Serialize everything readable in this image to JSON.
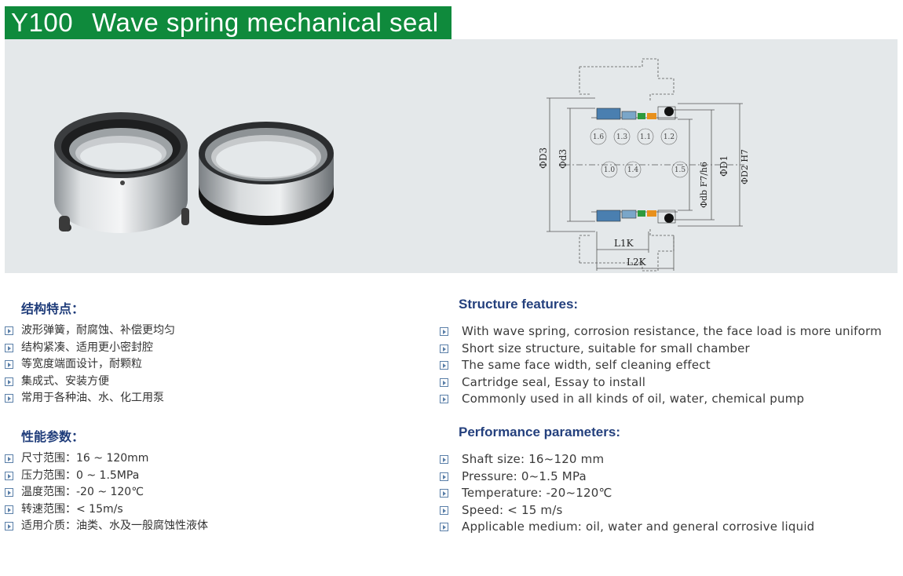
{
  "title": {
    "model": "Y100",
    "name": "Wave spring mechanical seal"
  },
  "drawing_labels": {
    "d_outer3": "ΦD3",
    "d_inner3": "Φd3",
    "db": "Φdb F7/h6",
    "d1": "ΦD1",
    "d2": "ΦD2 H7",
    "l1": "L1K",
    "l2": "L2K",
    "callouts": [
      "1.6",
      "1.3",
      "1.1",
      "1.2",
      "1.0",
      "1.4",
      "1.5"
    ]
  },
  "structure_cn": {
    "heading": "结构特点：",
    "items": [
      "波形弹簧，耐腐蚀、补偿更均匀",
      "结构紧凑、适用更小密封腔",
      "等宽度端面设计，耐颗粒",
      "集成式、安装方便",
      "常用于各种油、水、化工用泵"
    ]
  },
  "structure_en": {
    "heading": "Structure features:",
    "items": [
      "With wave spring, corrosion resistance, the face load is more uniform",
      "Short size structure, suitable for small chamber",
      "The same face width, self cleaning effect",
      "Cartridge seal, Essay to install",
      "Commonly used in all kinds of oil, water, chemical pump"
    ]
  },
  "performance_cn": {
    "heading": "性能参数：",
    "items": [
      "尺寸范围：16 ~ 120mm",
      "压力范围：0 ~ 1.5MPa",
      "温度范围：-20 ~ 120℃",
      "转速范围：< 15m/s",
      "适用介质：油类、水及一般腐蚀性液体"
    ]
  },
  "performance_en": {
    "heading": "Performance parameters:",
    "items": [
      "Shaft size: 16~120 mm",
      "Pressure: 0~1.5 MPa",
      "Temperature: -20~120℃",
      "Speed: < 15 m/s",
      "Applicable medium: oil, water and general corrosive liquid"
    ]
  },
  "colors": {
    "title_bg": "#0f8a3c",
    "hero_bg": "#e4e8ea",
    "heading": "#1f3c7a",
    "bullet": "#5a7fa8"
  }
}
